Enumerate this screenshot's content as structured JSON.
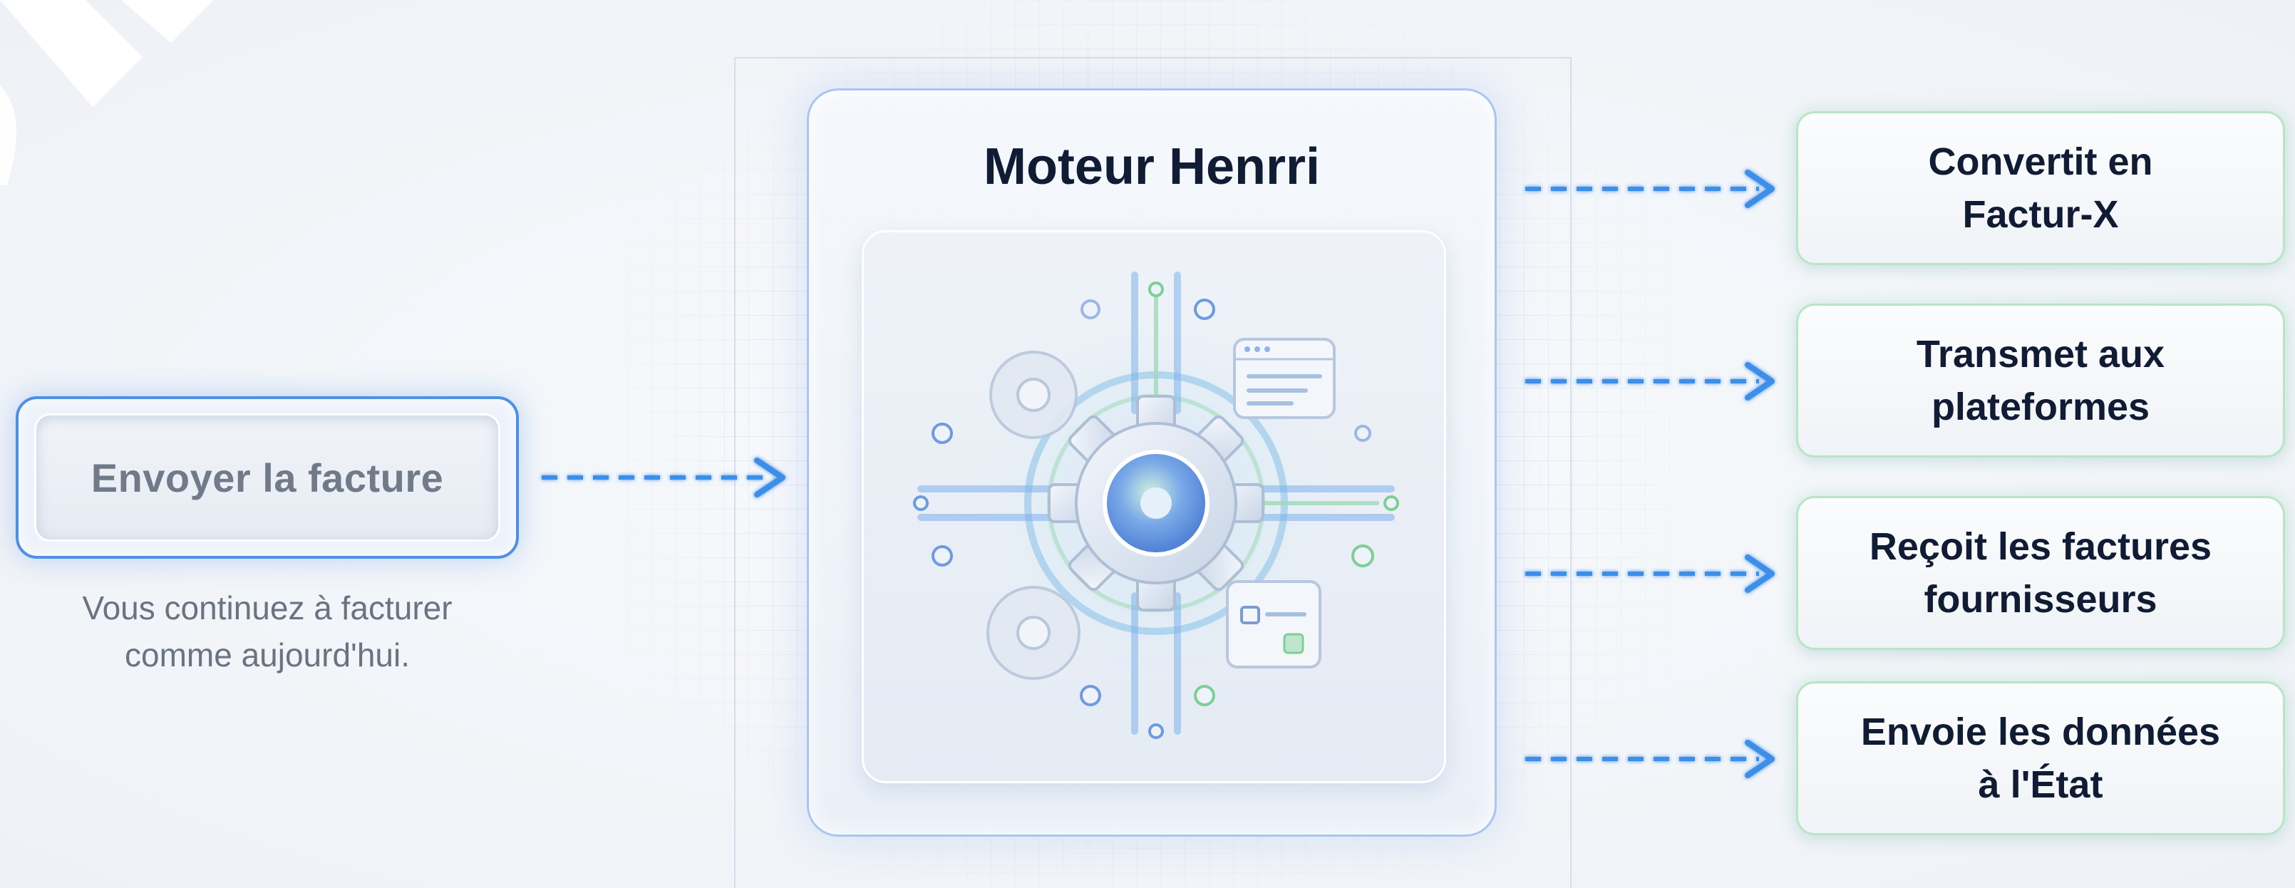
{
  "input": {
    "button_label": "Envoyer la facture",
    "caption": "Vous continuez à facturer\ncomme aujourd'hui."
  },
  "engine": {
    "title": "Moteur Henrri",
    "icon": "gear-circuit-icon"
  },
  "outputs": [
    {
      "label": "Convertit en\nFactur-X"
    },
    {
      "label": "Transmet aux\nplateformes"
    },
    {
      "label": "Reçoit les factures\nfournisseurs"
    },
    {
      "label": "Envoie les données\nà l'État"
    }
  ],
  "colors": {
    "accent_blue": "#4f8fe6",
    "accent_green": "#7ccf95",
    "title_text": "#101c33",
    "muted_text": "#6a7381"
  }
}
